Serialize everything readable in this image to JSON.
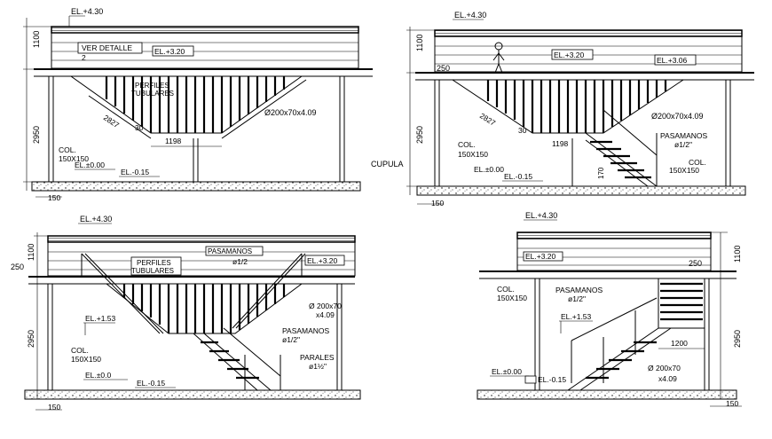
{
  "drawing_label": "CUPULA",
  "views": [
    {
      "id": "top-left",
      "labels": {
        "el_top": "EL.+4.30",
        "el_mid": "EL.+3.20",
        "el_zero": "EL.±0.00",
        "el_neg": "EL.-0.15",
        "dim_1100": "1100",
        "dim_2950": "2950",
        "dim_150": "150",
        "detail_1": "VER DETALLE",
        "detail_2": "2",
        "perfiles_1": "PERFILES",
        "perfiles_2": "TUBULARES",
        "col_1": "COL.",
        "col_2": "150X150",
        "dim_2827": "2827",
        "dim_30": "30",
        "dim_1198": "1198",
        "profile": "Ø200x70x4.09"
      }
    },
    {
      "id": "top-right",
      "labels": {
        "el_top": "EL.+4.30",
        "el_mid": "EL.+3.20",
        "el_306": "EL.+3.06",
        "el_zero": "EL.±0.00",
        "el_neg": "EL.-0.15",
        "dim_1100": "1100",
        "dim_2950": "2950",
        "dim_250": "250",
        "dim_150": "150",
        "col_1": "COL.",
        "col_2": "150X150",
        "dim_2827": "2827",
        "dim_30": "30",
        "dim_1198": "1198",
        "dim_170": "170",
        "profile": "Ø200x70x4.09",
        "pasamanos_1": "PASAMANOS",
        "pasamanos_2": "ø1/2\"",
        "col_r1": "COL.",
        "col_r2": "150X150"
      }
    },
    {
      "id": "bottom-left",
      "labels": {
        "el_top": "EL.+4.30",
        "el_mid": "EL.+3.20",
        "el_153": "EL.+1.53",
        "el_zero": "EL.±0.0",
        "el_neg": "EL.-0.15",
        "dim_1100": "1100",
        "dim_250": "250",
        "dim_2950": "2950",
        "dim_150": "150",
        "perfiles_1": "PERFILES",
        "perfiles_2": "TUBULARES",
        "pasamanos_1": "PASAMANOS",
        "pasamanos_2": "ø1/2",
        "profile_1": "Ø 200x70",
        "profile_2": "x4.09",
        "pasamanos2_1": "PASAMANOS",
        "pasamanos2_2": "ø1/2\"",
        "paraless_1": "PARALES",
        "paraless_2": "ø1½\"",
        "col_1": "COL.",
        "col_2": "150X150"
      }
    },
    {
      "id": "bottom-right",
      "labels": {
        "el_top": "EL.+4.30",
        "el_mid": "EL.+3.20",
        "el_153": "EL.+1.53",
        "el_zero": "EL.±0.00",
        "el_neg": "EL.-0.15",
        "dim_1100": "1100",
        "dim_250": "250",
        "dim_2950": "2950",
        "dim_150": "150",
        "dim_1200": "1200",
        "col_1": "COL.",
        "col_2": "150X150",
        "pasamanos_1": "PASAMANOS",
        "pasamanos_2": "ø1/2\"",
        "profile_1": "Ø 200x70",
        "profile_2": "x4.09"
      }
    }
  ]
}
